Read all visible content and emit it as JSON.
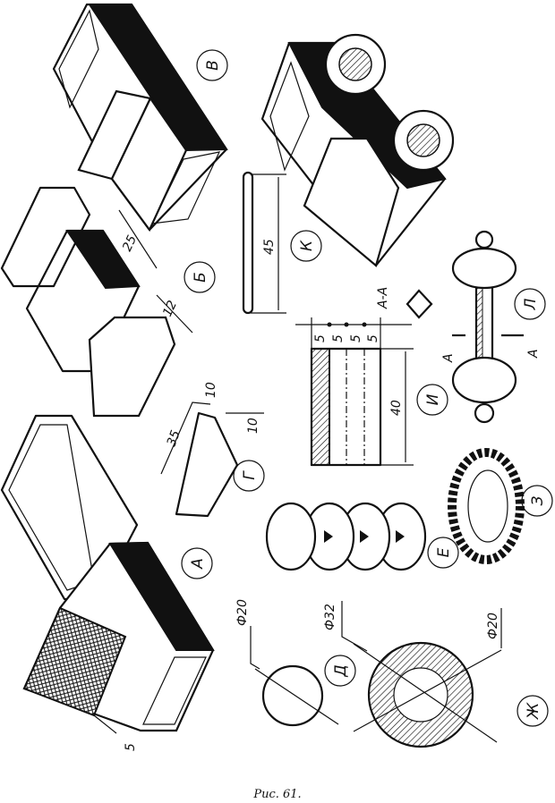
{
  "caption": "Рис. 61.",
  "labels": {
    "a": "А",
    "b": "Б",
    "v": "В",
    "g": "Г",
    "d": "Д",
    "e": "Е",
    "zh": "Ж",
    "z": "З",
    "i": "И",
    "k": "К",
    "l": "Л"
  },
  "dimensions": {
    "a_thickness": "5",
    "b_length": "25",
    "b_width": "12",
    "g_length": "35",
    "g_width": "10",
    "g_height": "10",
    "k_rod": "45",
    "i_height": "40",
    "i_layers": [
      "5",
      "5",
      "5",
      "5"
    ],
    "d_circle": "Ф20",
    "zh_outer": "Ф32",
    "zh_inner": "Ф20",
    "section_title": "А-А",
    "section_mark_left": "А",
    "section_mark_right": "А"
  }
}
